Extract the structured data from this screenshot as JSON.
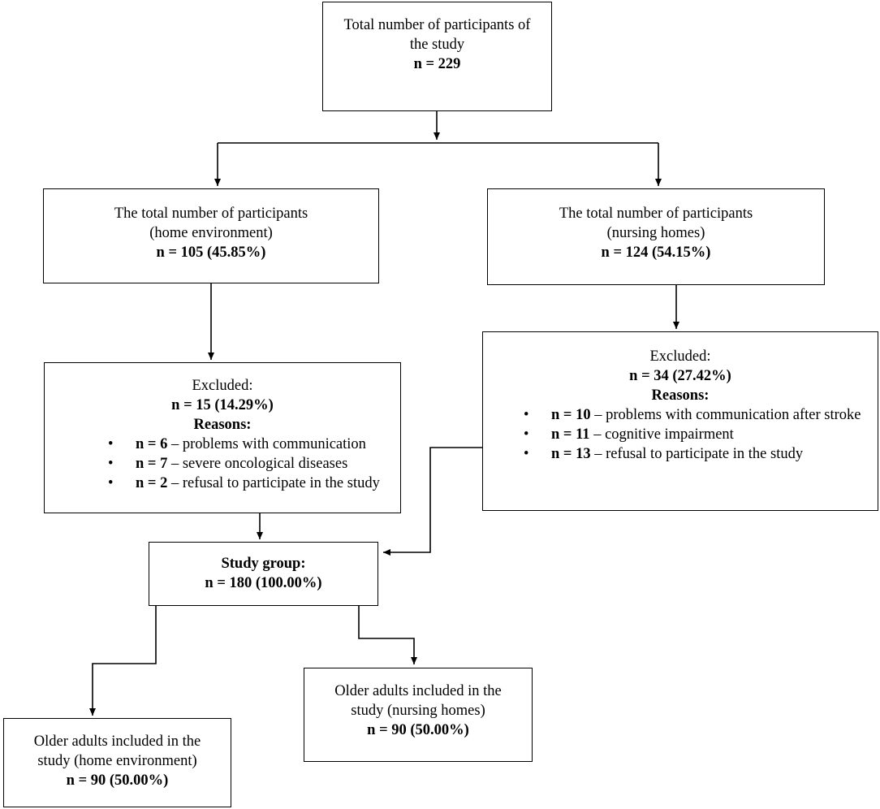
{
  "top": {
    "line1": "Total number of participants of",
    "line2": "the study",
    "count": "n = 229"
  },
  "home": {
    "line1": "The total number of participants",
    "line2": "(home environment)",
    "count": "n = 105 (45.85%)"
  },
  "nursing": {
    "line1": "The total number of participants",
    "line2": "(nursing homes)",
    "count": "n = 124 (54.15%)"
  },
  "home_excluded": {
    "heading": "Excluded:",
    "count": "n = 15 (14.29%)",
    "reasons_label": "Reasons:",
    "reasons": [
      {
        "n": "n = 6",
        "text": " – problems with communication"
      },
      {
        "n": "n = 7",
        "text": " – severe oncological diseases"
      },
      {
        "n": "n = 2",
        "text": " – refusal to participate in the study"
      }
    ]
  },
  "nursing_excluded": {
    "heading": "Excluded:",
    "count": "n = 34 (27.42%)",
    "reasons_label": "Reasons:",
    "reasons": [
      {
        "n": "n = 10",
        "text": " – problems with communication after stroke"
      },
      {
        "n": "n = 11",
        "text": " – cognitive impairment"
      },
      {
        "n": "n = 13",
        "text": " – refusal to participate in the study"
      }
    ]
  },
  "study_group": {
    "label": "Study group:",
    "count": "n = 180 (100.00%)"
  },
  "included_home": {
    "line1": "Older adults included in the",
    "line2": "study (home environment)",
    "count": "n = 90 (50.00%)"
  },
  "included_nursing": {
    "line1": "Older adults included in the",
    "line2": "study (nursing homes)",
    "count": "n = 90 (50.00%)"
  }
}
